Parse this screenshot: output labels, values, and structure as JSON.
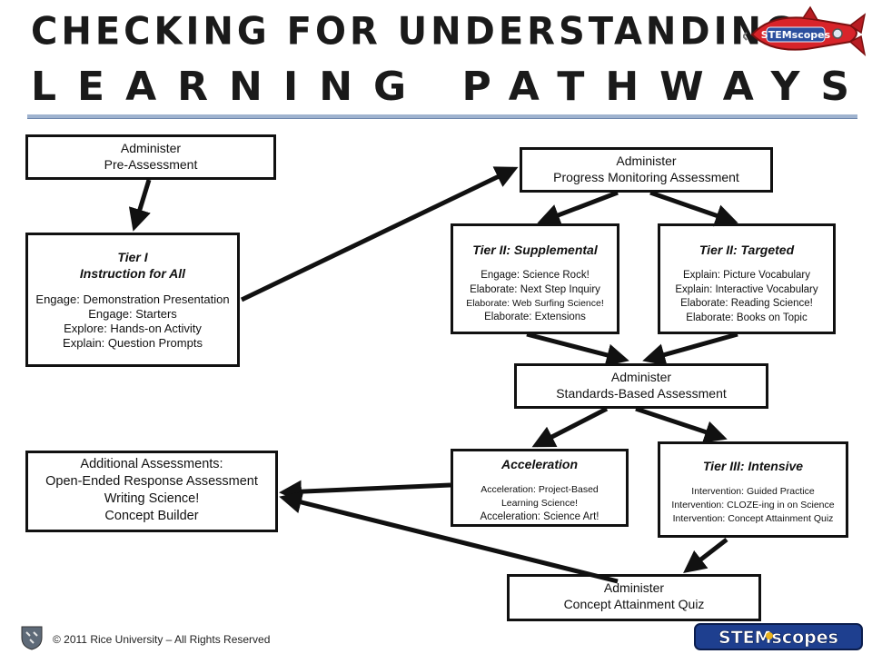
{
  "header": {
    "title_line1": "CHECKING FOR UNDERSTANDING",
    "title_line2": "LEARNING PATHWAYS",
    "accent_color": "#9fb3cf"
  },
  "nodes": {
    "pre_assessment": {
      "line1": "Administer",
      "line2": "Pre-Assessment"
    },
    "tier1": {
      "title": "Tier I",
      "subtitle": "Instruction for All",
      "items": [
        "Engage: Demonstration Presentation",
        "Engage: Starters",
        "Explore: Hands-on Activity",
        "Explain: Question Prompts"
      ]
    },
    "progress_monitoring": {
      "line1": "Administer",
      "line2": "Progress Monitoring Assessment"
    },
    "tier2_supplemental": {
      "title": "Tier II: Supplemental",
      "items": [
        "Engage: Science Rock!",
        "Elaborate: Next Step Inquiry",
        "Elaborate: Web Surfing Science!",
        "Elaborate: Extensions"
      ]
    },
    "tier2_targeted": {
      "title": "Tier II: Targeted",
      "items": [
        "Explain: Picture Vocabulary",
        "Explain: Interactive Vocabulary",
        "Elaborate: Reading Science!",
        "Elaborate: Books on Topic"
      ]
    },
    "standards_based": {
      "line1": "Administer",
      "line2": "Standards-Based Assessment"
    },
    "acceleration": {
      "title": "Acceleration",
      "items": [
        "Acceleration: Project-Based",
        "Learning Science!",
        "Acceleration: Science Art!"
      ]
    },
    "tier3_intensive": {
      "title": "Tier III: Intensive",
      "items": [
        "Intervention: Guided Practice",
        "Intervention: CLOZE-ing in on Science",
        "Intervention: Concept Attainment Quiz"
      ]
    },
    "additional_assessments": {
      "items": [
        "Additional Assessments:",
        "Open-Ended Response Assessment",
        "Writing Science!",
        "Concept Builder"
      ]
    },
    "concept_quiz": {
      "line1": "Administer",
      "line2": "Concept Attainment Quiz"
    }
  },
  "logos": {
    "rocket_text": "STEMscopes",
    "brand_text": "STEMscopes"
  },
  "footer": {
    "copyright": "© 2011 Rice University – All Rights Reserved"
  }
}
